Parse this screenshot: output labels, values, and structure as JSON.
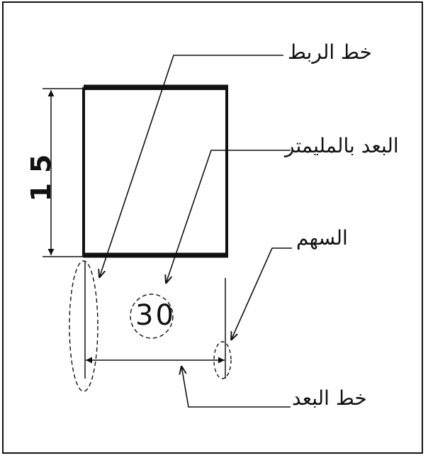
{
  "diagram": {
    "labels": {
      "extension_line": "خط الربط",
      "dimension_mm": "البعد بالمليمتر",
      "arrow": "السهم",
      "dimension_line": "خط البعد"
    },
    "dimensions": {
      "horizontal_value": "30",
      "vertical_value": "15"
    },
    "colors": {
      "ink": "#111111",
      "background": "#ffffff"
    }
  }
}
